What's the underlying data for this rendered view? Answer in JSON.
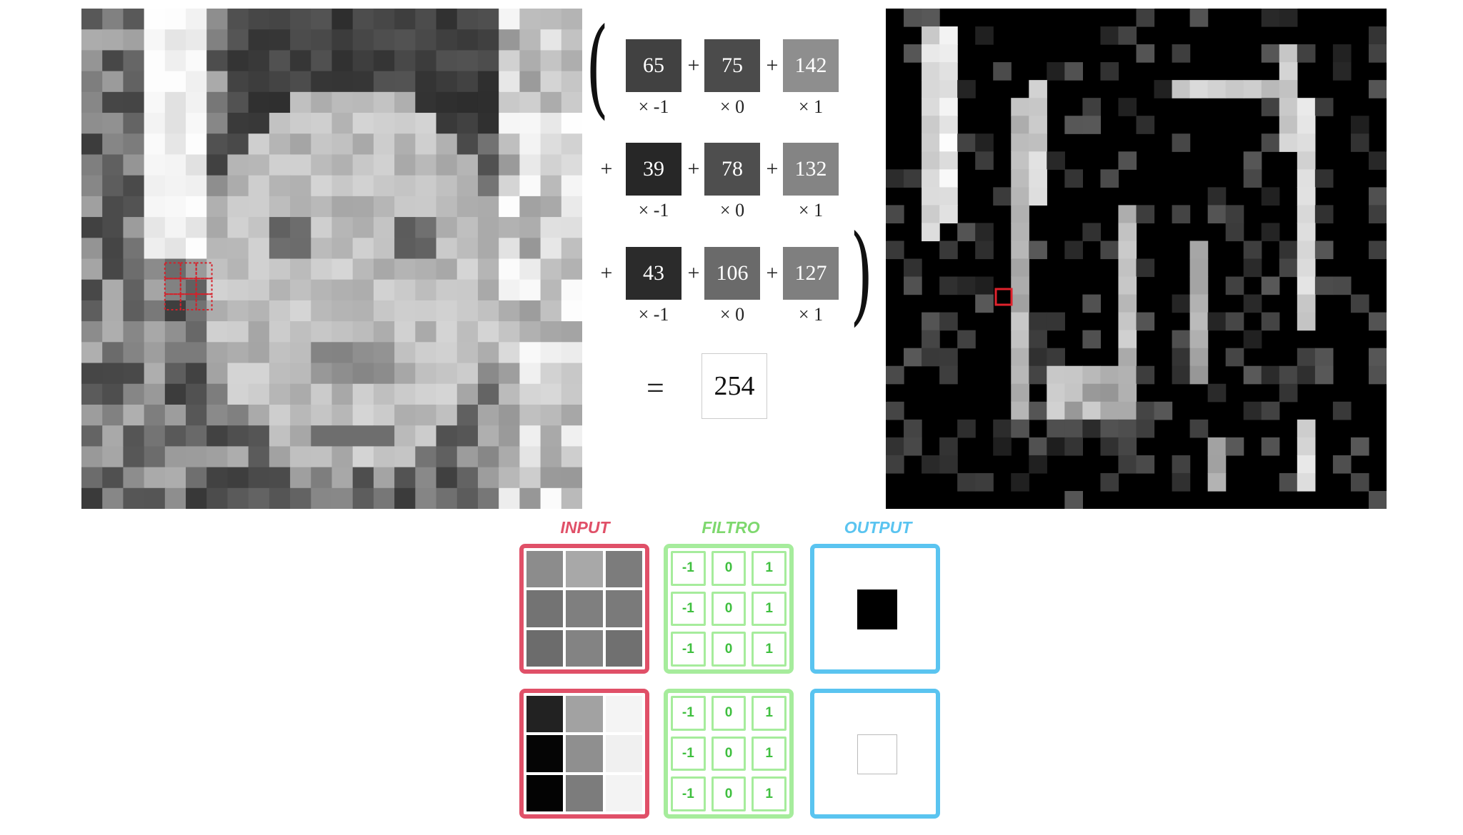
{
  "equation": {
    "rows": [
      {
        "lead_op": "",
        "cells": [
          {
            "value": "65",
            "weight": "× -1",
            "shade": "#414141"
          },
          {
            "value": "75",
            "weight": "× 0",
            "shade": "#4b4b4b"
          },
          {
            "value": "142",
            "weight": "× 1",
            "shade": "#8e8e8e"
          }
        ],
        "ops": [
          "+",
          "+"
        ]
      },
      {
        "lead_op": "+",
        "cells": [
          {
            "value": "39",
            "weight": "× -1",
            "shade": "#272727"
          },
          {
            "value": "78",
            "weight": "× 0",
            "shade": "#4e4e4e"
          },
          {
            "value": "132",
            "weight": "× 1",
            "shade": "#848484"
          }
        ],
        "ops": [
          "+",
          "+"
        ]
      },
      {
        "lead_op": "+",
        "cells": [
          {
            "value": "43",
            "weight": "× -1",
            "shade": "#2b2b2b"
          },
          {
            "value": "106",
            "weight": "× 0",
            "shade": "#6a6a6a"
          },
          {
            "value": "127",
            "weight": "× 1",
            "shade": "#7f7f7f"
          }
        ],
        "ops": [
          "+",
          "+"
        ]
      }
    ],
    "open_paren": "(",
    "close_paren": ")",
    "equals": "=",
    "result": "254"
  },
  "legend": {
    "input_label": "INPUT",
    "filter_label": "FILTRO",
    "output_label": "OUTPUT",
    "input_color": "#e05068",
    "filter_color": "#7ed86e",
    "output_color": "#5ac4f0"
  },
  "examples": [
    {
      "input_shades": [
        "#8c8c8c",
        "#a8a8a8",
        "#7c7c7c",
        "#737373",
        "#7f7f7f",
        "#7a7a7a",
        "#6c6c6c",
        "#838383",
        "#707070"
      ],
      "filter": [
        "-1",
        "0",
        "1",
        "-1",
        "0",
        "1",
        "-1",
        "0",
        "1"
      ],
      "output_shade": "#000000"
    },
    {
      "input_shades": [
        "#222222",
        "#a2a2a2",
        "#f4f4f4",
        "#050505",
        "#8f8f8f",
        "#f0f0f0",
        "#030303",
        "#7c7c7c",
        "#f3f3f3"
      ],
      "filter": [
        "-1",
        "0",
        "1",
        "-1",
        "0",
        "1",
        "-1",
        "0",
        "1"
      ],
      "output_shade": "#ffffff"
    }
  ]
}
